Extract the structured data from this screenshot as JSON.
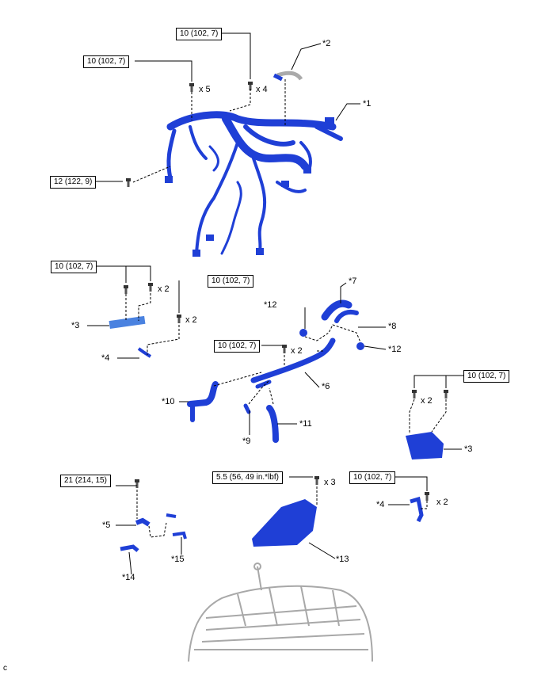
{
  "colors": {
    "part": "#1f3fd6",
    "part_dark": "#0d1f8f",
    "line": "#000000",
    "engine": "#b8b8b8"
  },
  "torque": {
    "t1": "10 (102, 7)",
    "t2": "10 (102, 7)",
    "t3": "12 (122, 9)",
    "t4": "10 (102, 7)",
    "t5": "10 (102, 7)",
    "t6": "10 (102, 7)",
    "t7": "10 (102, 7)",
    "t8": "21 (214, 15)",
    "t9": "5.5 (56, 49 in.*lbf)",
    "t10": "10 (102, 7)"
  },
  "qty": {
    "q1": "x 5",
    "q2": "x 4",
    "q3": "x 2",
    "q4": "x 2",
    "q5": "x 2",
    "q6": "x 2",
    "q7": "x 3",
    "q8": "x 2"
  },
  "callouts": {
    "c1": "*1",
    "c2": "*2",
    "c3a": "*3",
    "c4a": "*4",
    "c12a": "*12",
    "c7": "*7",
    "c8": "*8",
    "c12b": "*12",
    "c6": "*6",
    "c10": "*10",
    "c9": "*9",
    "c11": "*11",
    "c3b": "*3",
    "c4b": "*4",
    "c5": "*5",
    "c15": "*15",
    "c14": "*14",
    "c13": "*13"
  },
  "corner_label": "c",
  "icons": [
    "bolt-icon",
    "engine-illustration"
  ]
}
